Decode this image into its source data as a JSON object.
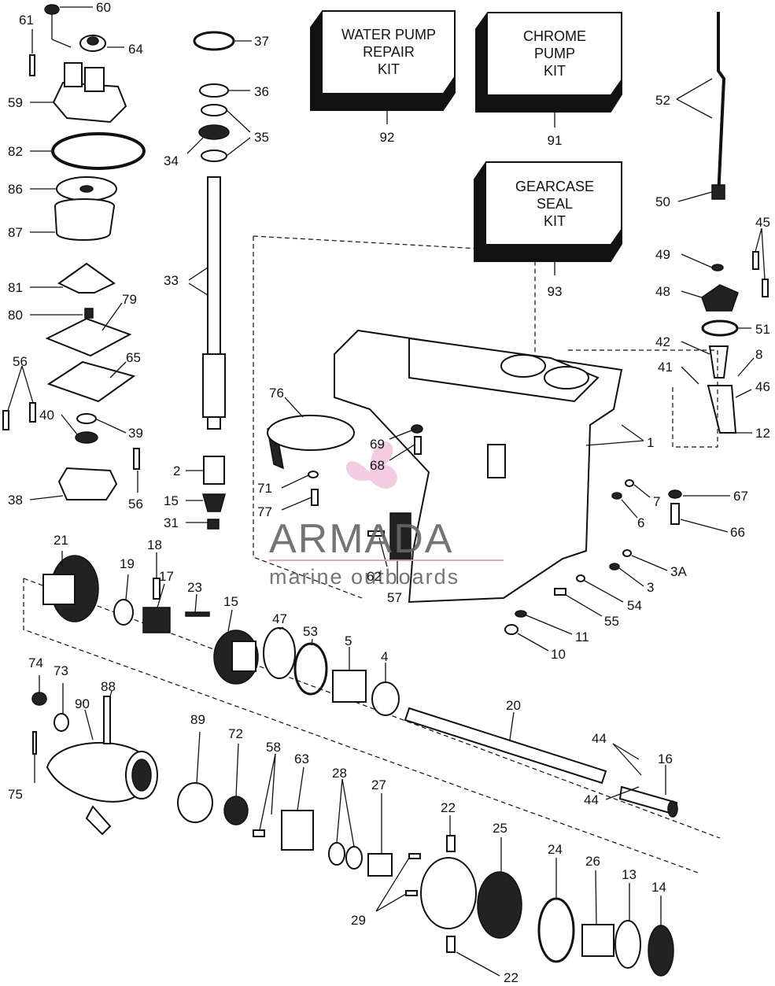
{
  "kits": {
    "water_pump": {
      "lines": [
        "WATER PUMP",
        "REPAIR",
        "KIT"
      ],
      "number": "92"
    },
    "chrome_pump": {
      "lines": [
        "CHROME",
        "PUMP",
        "KIT"
      ],
      "number": "91"
    },
    "gearcase_seal": {
      "lines": [
        "GEARCASE",
        "SEAL",
        "KIT"
      ],
      "number": "93"
    }
  },
  "watermark": {
    "brand": "ARMADA",
    "tagline": "marine outboards",
    "brand_color": "#e6a0c4"
  },
  "callouts": [
    "60",
    "61",
    "64",
    "59",
    "82",
    "86",
    "87",
    "81",
    "79",
    "80",
    "65",
    "56",
    "40",
    "39",
    "38",
    "56b",
    "37",
    "36",
    "35",
    "34",
    "33",
    "2",
    "15",
    "31",
    "76",
    "69",
    "68",
    "71",
    "77",
    "1",
    "52",
    "50",
    "45",
    "49",
    "48",
    "51",
    "42",
    "8",
    "41",
    "46",
    "12",
    "67",
    "7",
    "6",
    "66",
    "3A",
    "3",
    "54",
    "55",
    "11",
    "10",
    "62",
    "57",
    "21",
    "18",
    "19",
    "17",
    "23",
    "15b",
    "47",
    "53",
    "5",
    "4",
    "20",
    "44",
    "16",
    "44b",
    "74",
    "73",
    "88",
    "90",
    "75",
    "89",
    "72",
    "58",
    "63",
    "28",
    "27",
    "22",
    "25",
    "24",
    "26",
    "13",
    "14",
    "29",
    "22b"
  ],
  "labels": {
    "60": "60",
    "61": "61",
    "64": "64",
    "59": "59",
    "82": "82",
    "86": "86",
    "87": "87",
    "81": "81",
    "79": "79",
    "80": "80",
    "65": "65",
    "56": "56",
    "40": "40",
    "39": "39",
    "38": "38",
    "56b": "56",
    "37": "37",
    "36": "36",
    "35": "35",
    "34": "34",
    "33": "33",
    "2": "2",
    "15": "15",
    "31": "31",
    "76": "76",
    "69": "69",
    "68": "68",
    "71": "71",
    "77": "77",
    "1": "1",
    "52": "52",
    "50": "50",
    "45": "45",
    "49": "49",
    "48": "48",
    "51": "51",
    "42": "42",
    "8": "8",
    "41": "41",
    "46": "46",
    "12": "12",
    "67": "67",
    "7": "7",
    "6": "6",
    "66": "66",
    "3A": "3A",
    "3": "3",
    "54": "54",
    "55": "55",
    "11": "11",
    "10": "10",
    "62": "62",
    "57": "57",
    "21": "21",
    "18": "18",
    "19": "19",
    "17": "17",
    "23": "23",
    "15b": "15",
    "47": "47",
    "53": "53",
    "5": "5",
    "4": "4",
    "20": "20",
    "44": "44",
    "16": "16",
    "44b": "44",
    "74": "74",
    "73": "73",
    "88": "88",
    "90": "90",
    "75": "75",
    "89": "89",
    "72": "72",
    "58": "58",
    "63": "63",
    "28": "28",
    "27": "27",
    "22": "22",
    "25": "25",
    "24": "24",
    "26": "26",
    "13": "13",
    "14": "14",
    "29": "29",
    "22b": "22"
  }
}
